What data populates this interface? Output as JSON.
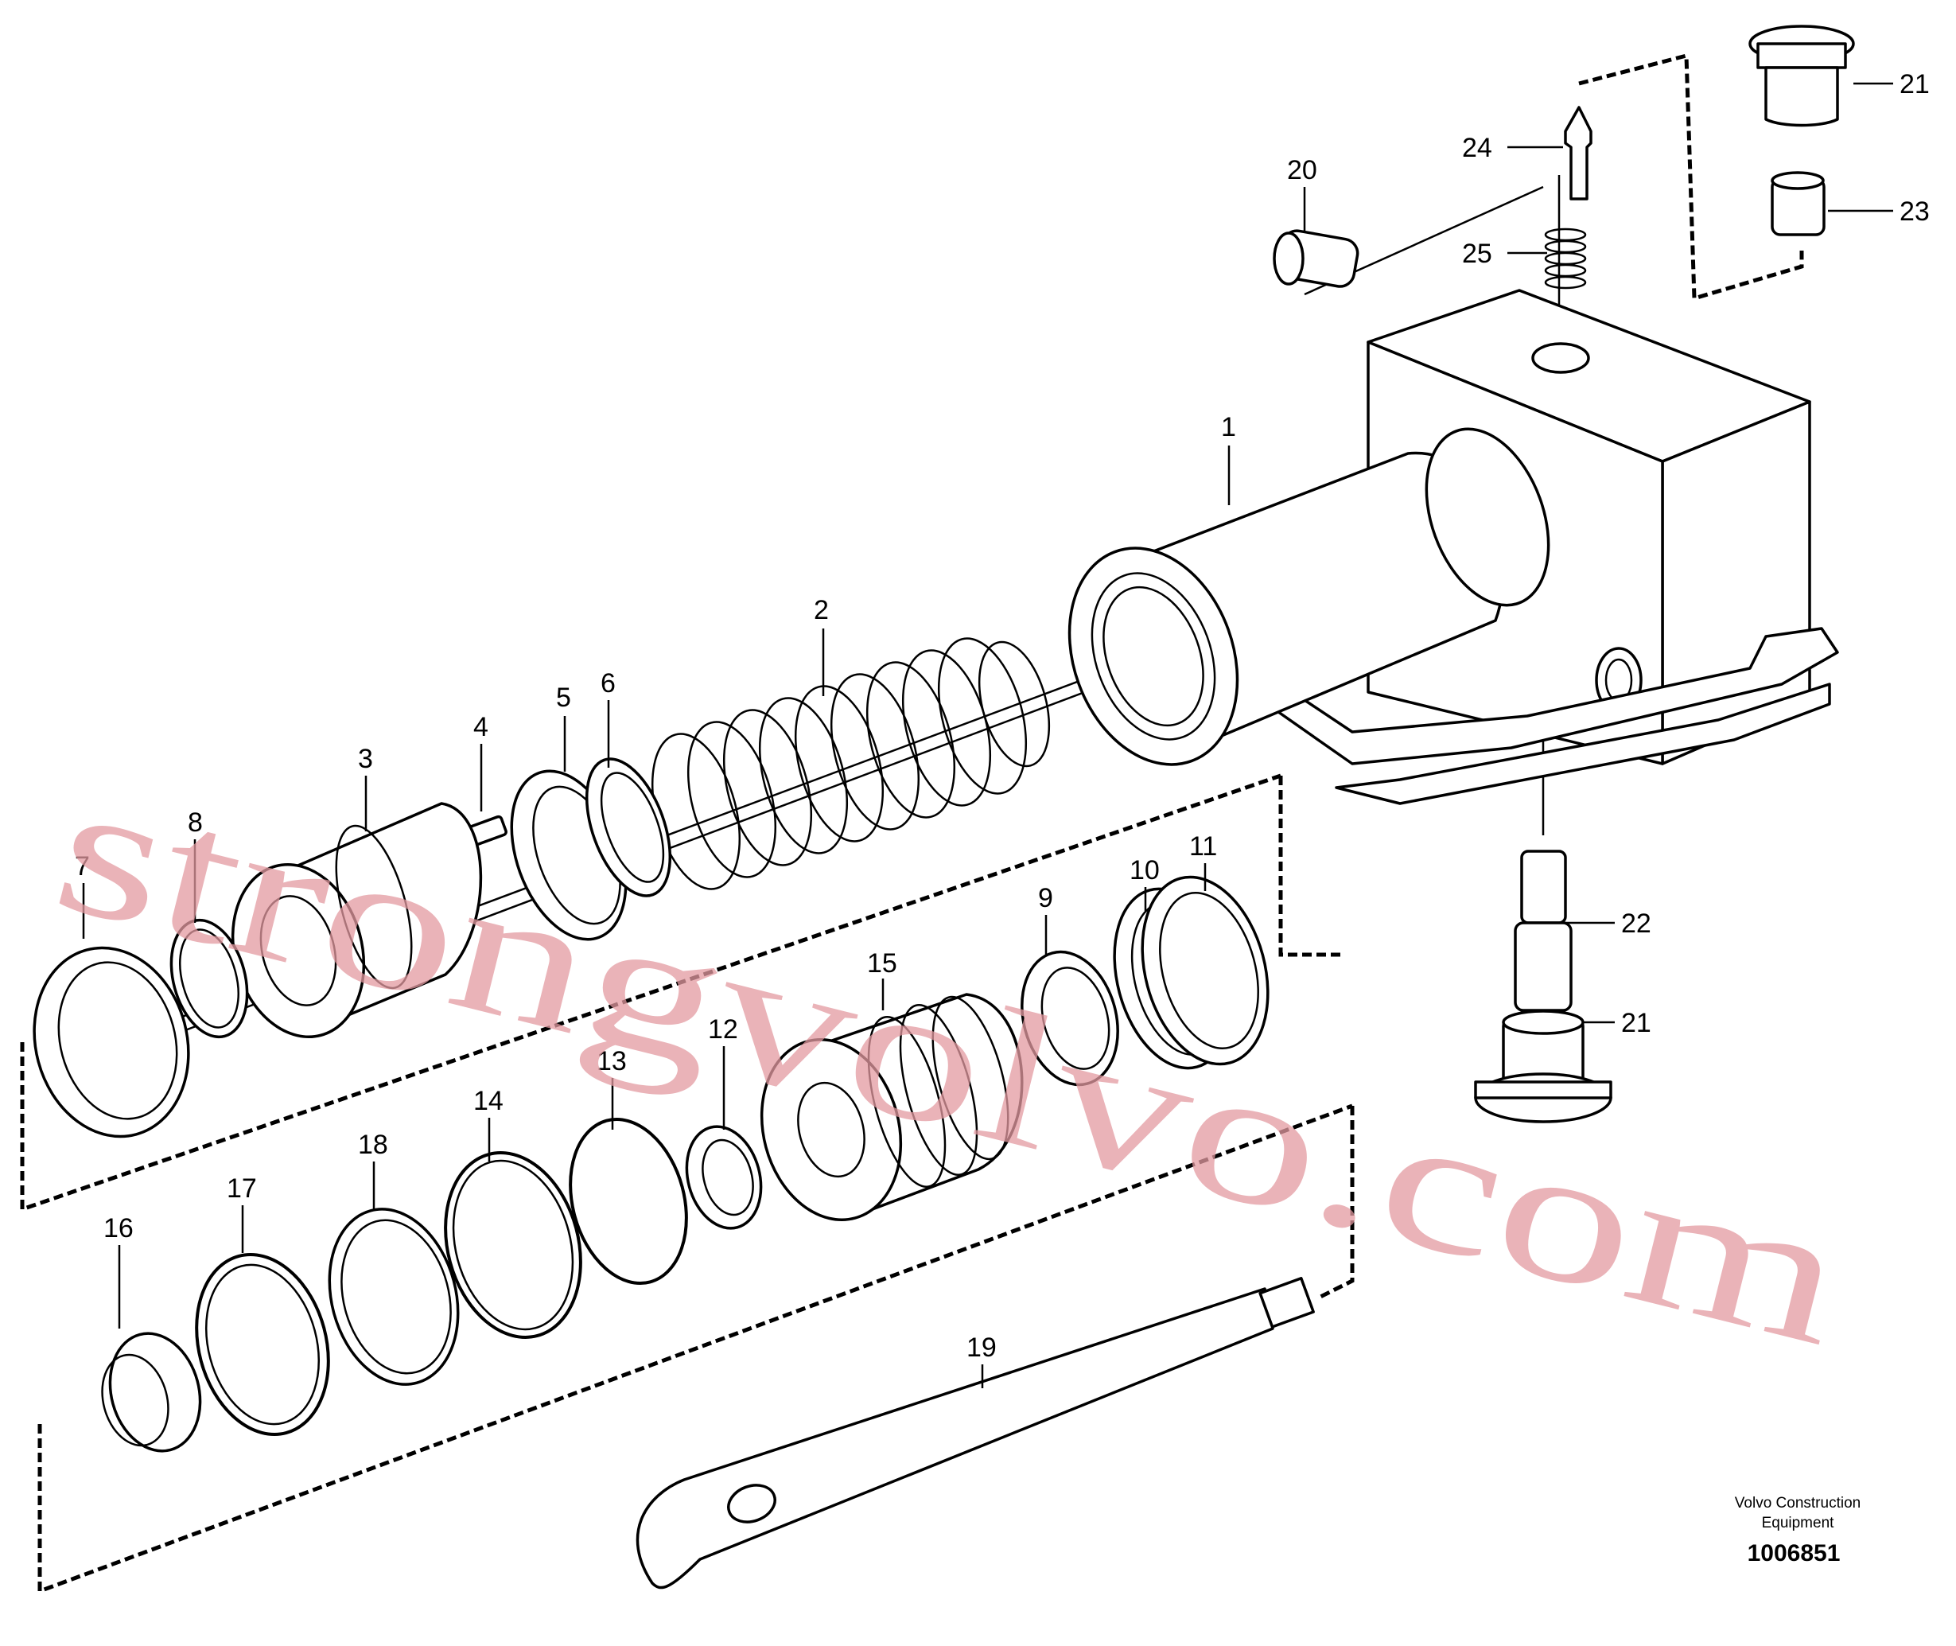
{
  "callouts": {
    "c1": "1",
    "c2": "2",
    "c3": "3",
    "c4": "4",
    "c5": "5",
    "c6": "6",
    "c7": "7",
    "c8": "8",
    "c9": "9",
    "c10": "10",
    "c11": "11",
    "c12": "12",
    "c13": "13",
    "c14": "14",
    "c15": "15",
    "c16": "16",
    "c17": "17",
    "c18": "18",
    "c19": "19",
    "c20": "20",
    "c21a": "21",
    "c21b": "21",
    "c22": "22",
    "c23": "23",
    "c24": "24",
    "c25": "25"
  },
  "caption": {
    "company_line1": "Volvo Construction",
    "company_line2": "Equipment",
    "drawing_number": "1006851"
  },
  "watermark": {
    "text": "strongvolvo.com"
  }
}
